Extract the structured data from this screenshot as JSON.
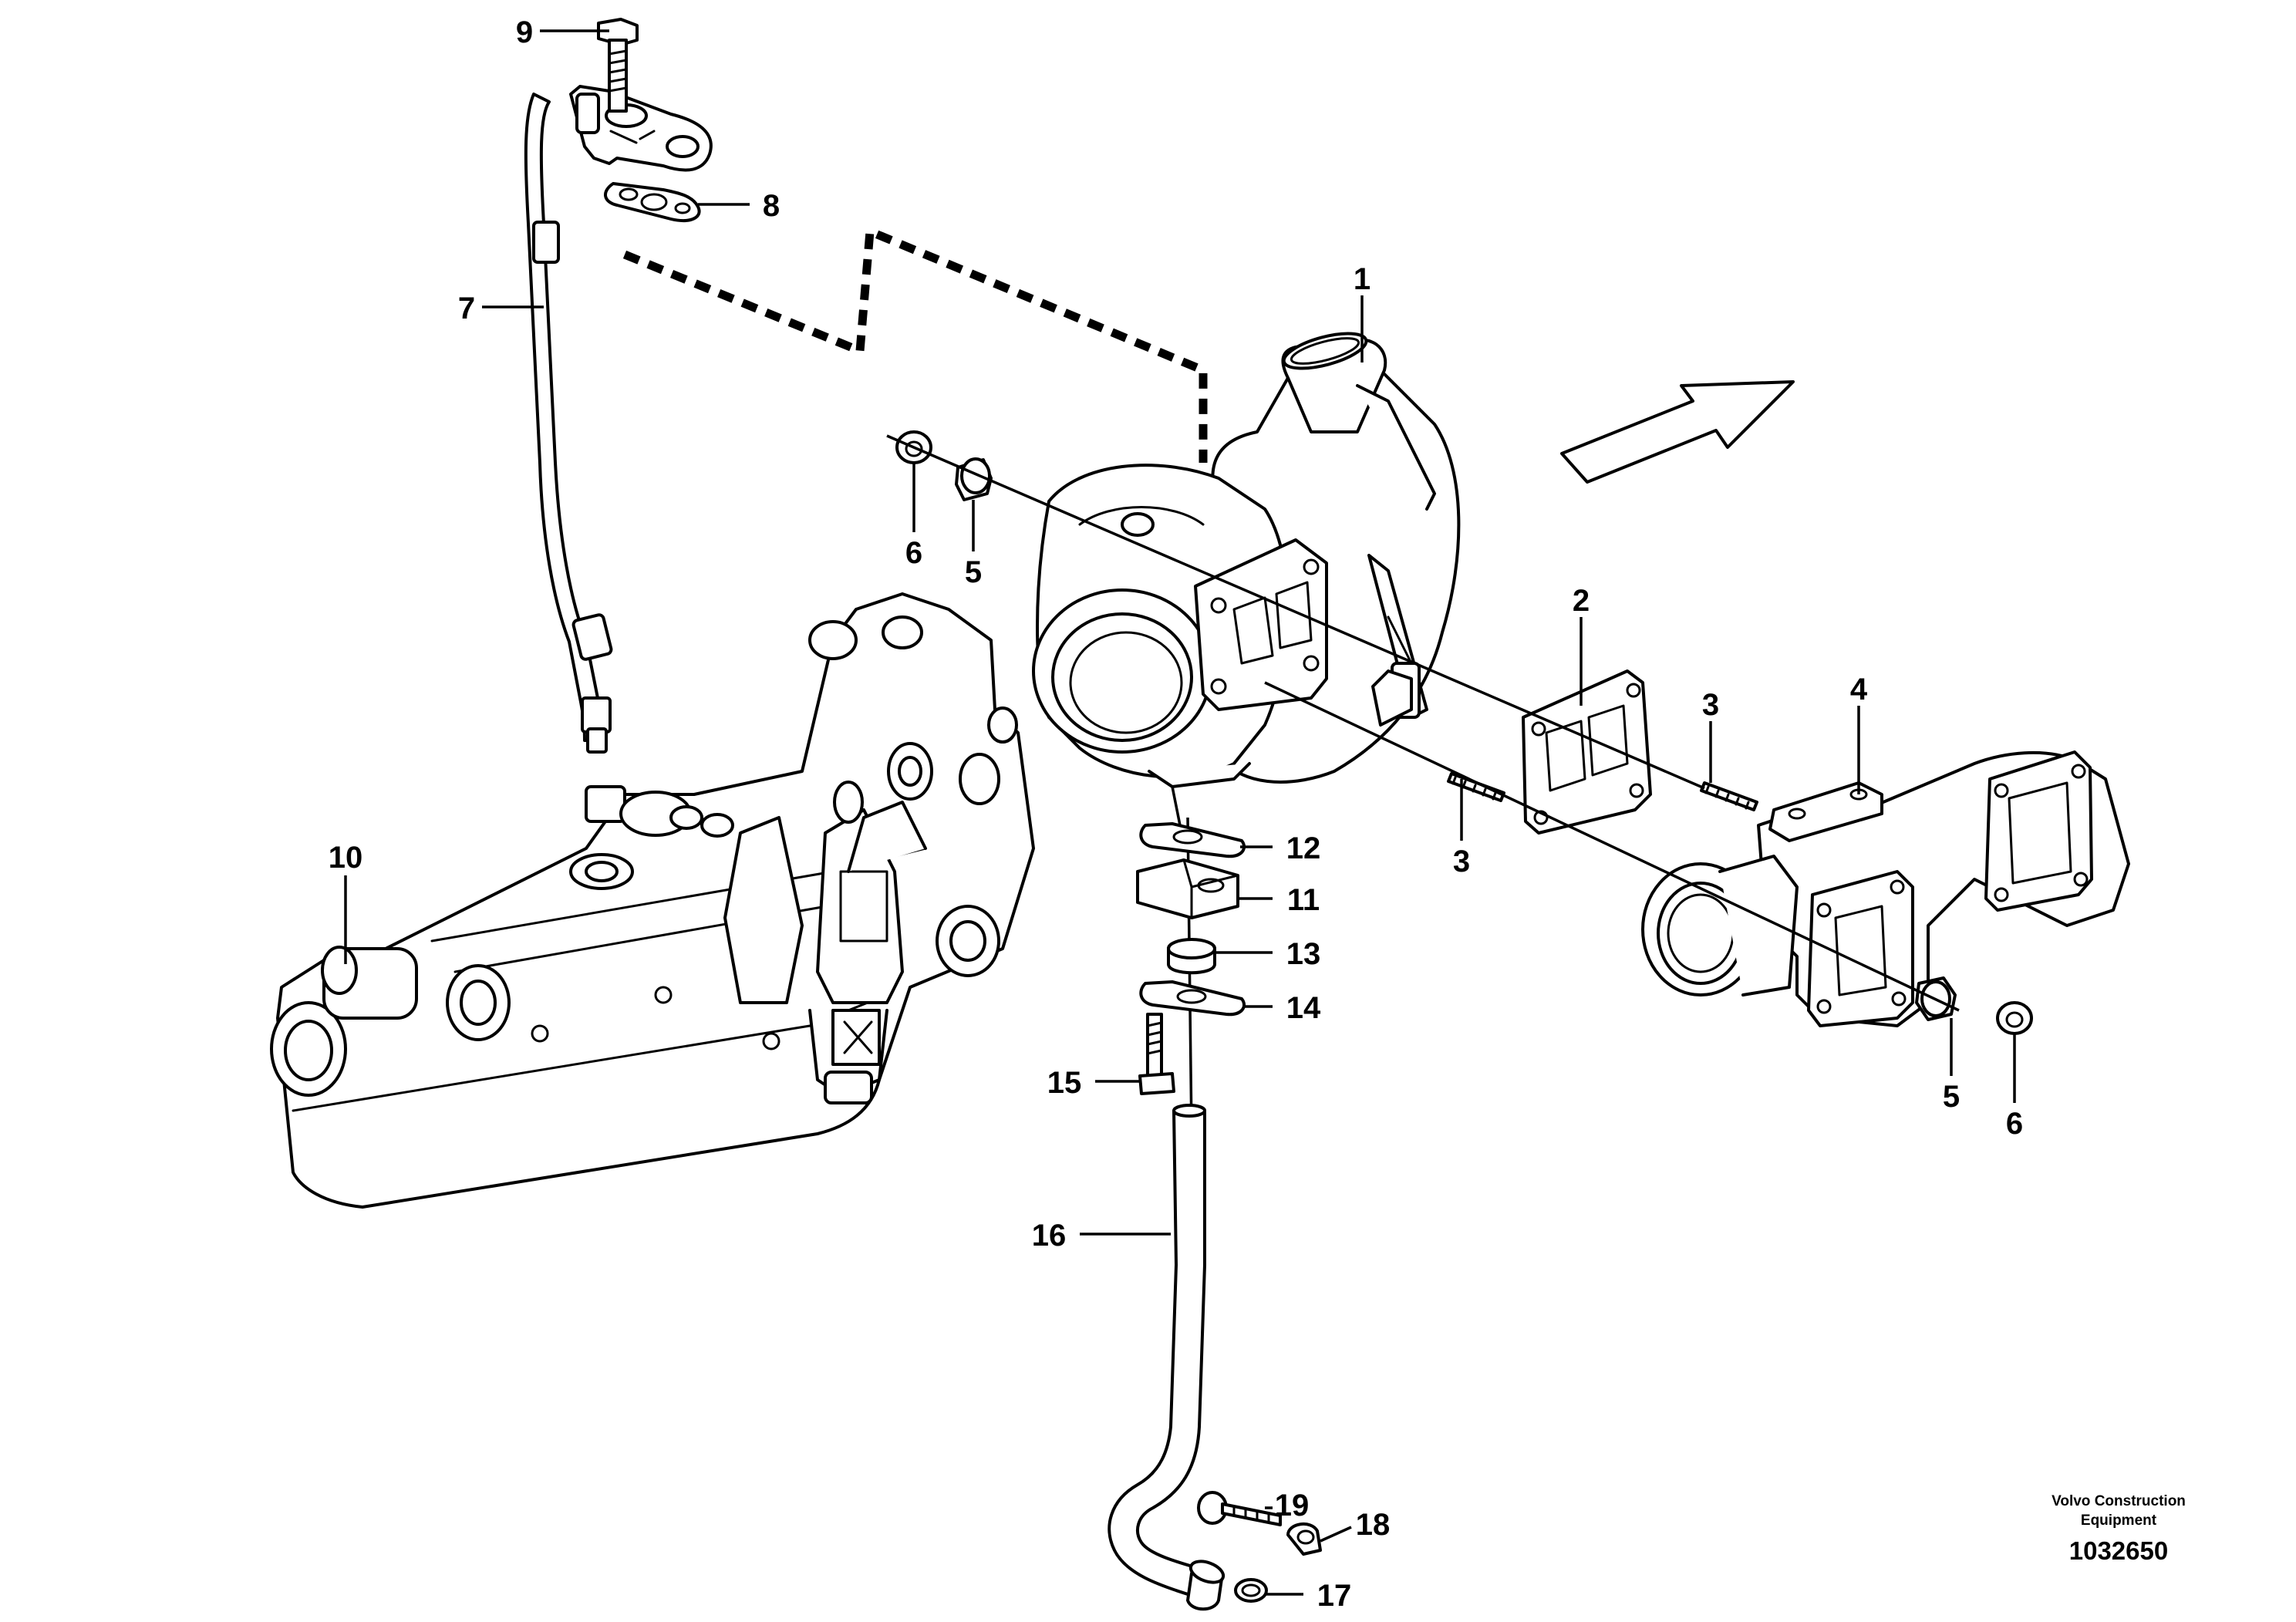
{
  "callouts": [
    {
      "id": "c1",
      "label": "1"
    },
    {
      "id": "c2",
      "label": "2"
    },
    {
      "id": "c3a",
      "label": "3"
    },
    {
      "id": "c3b",
      "label": "3"
    },
    {
      "id": "c4",
      "label": "4"
    },
    {
      "id": "c5a",
      "label": "5"
    },
    {
      "id": "c5b",
      "label": "5"
    },
    {
      "id": "c6a",
      "label": "6"
    },
    {
      "id": "c6b",
      "label": "6"
    },
    {
      "id": "c7",
      "label": "7"
    },
    {
      "id": "c8",
      "label": "8"
    },
    {
      "id": "c9",
      "label": "9"
    },
    {
      "id": "c10",
      "label": "10"
    },
    {
      "id": "c11",
      "label": "11"
    },
    {
      "id": "c12",
      "label": "12"
    },
    {
      "id": "c13",
      "label": "13"
    },
    {
      "id": "c14",
      "label": "14"
    },
    {
      "id": "c15",
      "label": "15"
    },
    {
      "id": "c16",
      "label": "16"
    },
    {
      "id": "c17",
      "label": "17"
    },
    {
      "id": "c18",
      "label": "18"
    },
    {
      "id": "c19",
      "label": "19"
    }
  ],
  "footer": {
    "company_line1": "Volvo Construction",
    "company_line2": "Equipment",
    "document_number": "1032650"
  },
  "icons": {
    "direction_arrow": "direction-arrow-icon"
  }
}
